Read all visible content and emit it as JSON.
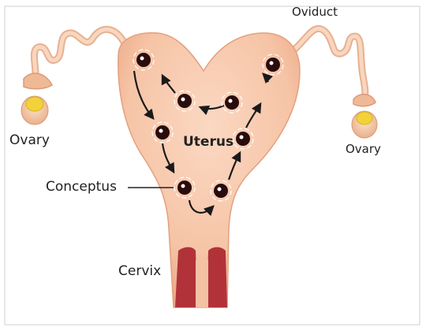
{
  "labels": {
    "oviduct": "Oviduct",
    "ovary_left": "Ovary",
    "ovary_right": "Ovary",
    "uterus": "Uterus",
    "conceptus": "Conceptus",
    "cervix": "Cervix"
  },
  "colors": {
    "uterus_fill": "#f6c4a6",
    "uterus_edge": "#e9a989",
    "cervix_fill": "#b2323a",
    "ovary_yellow": "#f1d23a",
    "ovary_body": "#f4c9a6",
    "conceptus": "#2a0c0c",
    "arrow": "#1a1a1a"
  }
}
